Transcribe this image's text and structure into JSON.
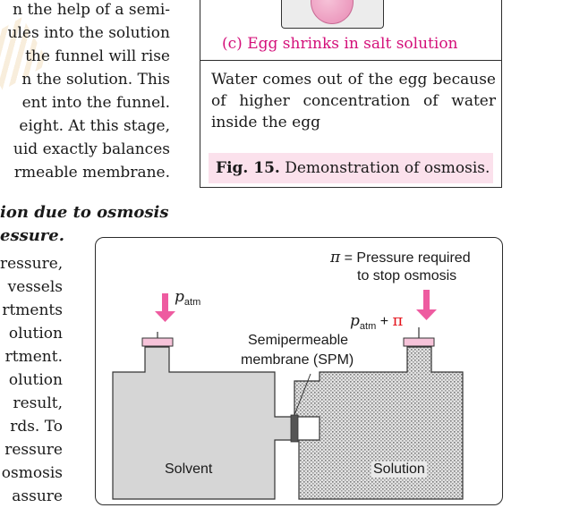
{
  "left_text_top": [
    "n the help of a semi-",
    "ules into the solution",
    "the funnel will rise",
    "n the solution. This",
    "ent into the funnel.",
    "eight. At this stage,",
    "uid exactly balances",
    "rmeable membrane."
  ],
  "heading_lines": [
    "ion due to osmosis",
    "essure."
  ],
  "left_text_bottom": [
    "ressure,",
    "vessels",
    "rtments",
    "olution",
    "rtment.",
    "olution",
    "result,",
    "rds. To",
    "ressure",
    "osmosis",
    "assure"
  ],
  "figure_box": {
    "egg_caption": "(c) Egg shrinks in salt solution",
    "description": "Water comes out of the egg because of higher concentration of water inside the egg",
    "fig_label": "Fig. 15.",
    "fig_title": "Demonstration of osmosis."
  },
  "diagram": {
    "pi_symbol": "π",
    "pi_definition_line1": "= Pressure required",
    "pi_definition_line2": "to stop osmosis",
    "p_symbol": "p",
    "atm_sub": "atm",
    "plus": "+",
    "membrane_line1": "Semipermeable",
    "membrane_line2": "membrane (SPM)",
    "solvent_label": "Solvent",
    "solution_label": "Solution",
    "colors": {
      "arrow": "#ee5ba0",
      "piston": "#f6c3d9",
      "solvent": "#d6d6d6",
      "pi": "#e4161e"
    }
  }
}
